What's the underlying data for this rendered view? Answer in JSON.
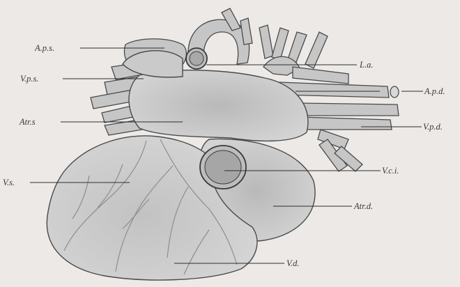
{
  "figure": {
    "labels": {
      "aps": "A.p.s.",
      "vps": "V.p.s.",
      "atrs": "Atr.s",
      "vs": "V.s.",
      "la": "L.a.",
      "apd": "A.p.d.",
      "vpd": "V.p.d.",
      "vci": "V.c.i.",
      "atrd": "Atr.d.",
      "vd": "V.d."
    }
  },
  "colors": {
    "paper": "#ece9e6",
    "tissue": "#c6c6c6",
    "tissue_light": "#d9d9d9",
    "outline": "#4a4a4a"
  }
}
